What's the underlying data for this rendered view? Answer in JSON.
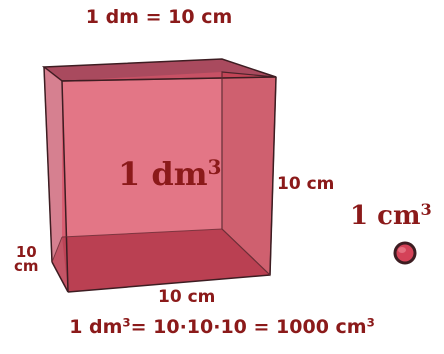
{
  "labels": {
    "top_edge": "1 dm = 10 cm",
    "right_edge": "10 cm",
    "depth_edge_top": "10",
    "depth_edge_bottom": "cm",
    "bottom_edge": "10 cm",
    "cube_volume_base": "1 dm",
    "cube_volume_exp": "3",
    "small_cube_base": "1 cm",
    "small_cube_exp": "3",
    "formula_left_base": "1 dm",
    "formula_left_exp": "3",
    "formula_middle": "= 10·10·10 = 1000 cm",
    "formula_right_exp": "3"
  },
  "colors": {
    "text": "#8b1a1a",
    "cube_front": "#e0576c",
    "cube_top": "#a94a5e",
    "cube_side": "#c74556",
    "cube_bottom": "#b8384b",
    "cube_edge": "#3d1d22",
    "small_cube": "#d44258"
  }
}
